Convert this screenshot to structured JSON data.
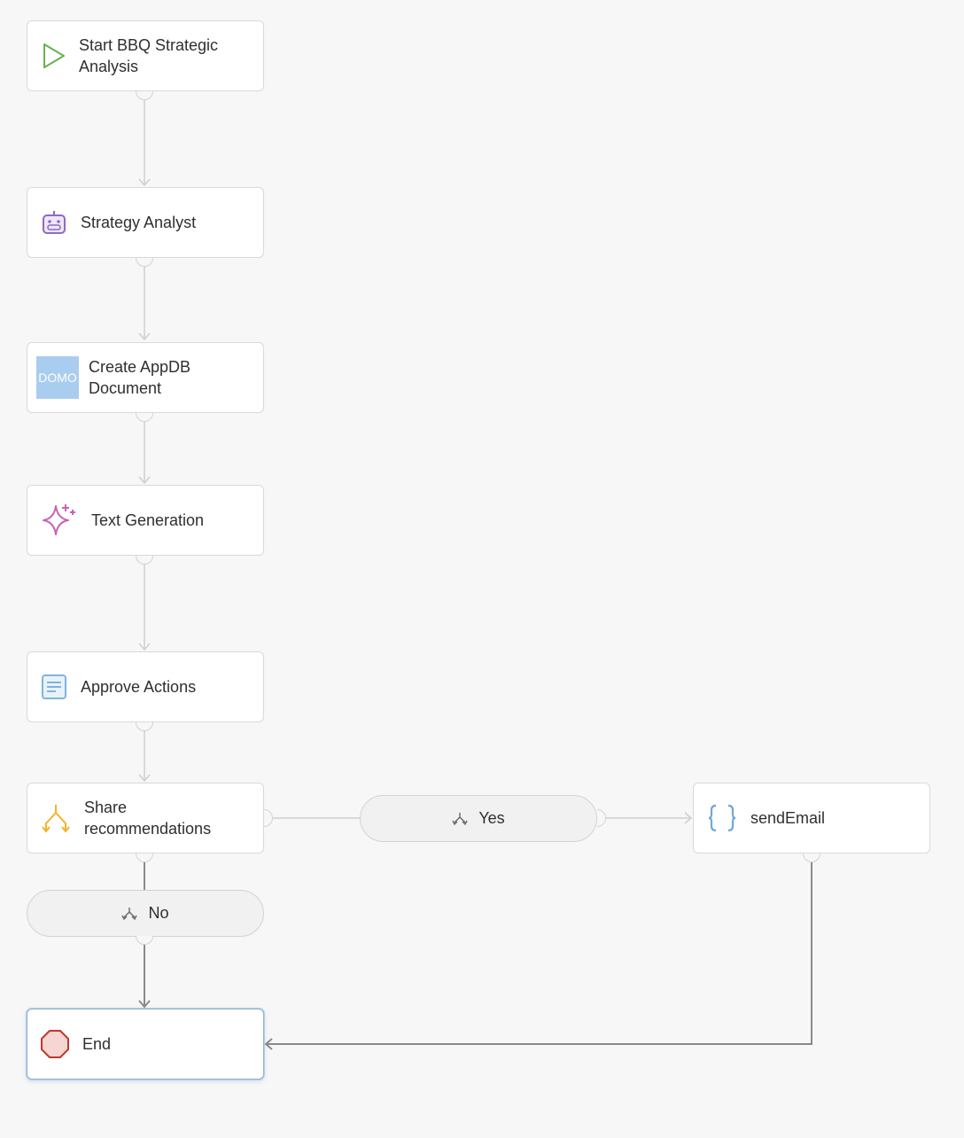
{
  "nodes": {
    "start": {
      "label": "Start BBQ Strategic Analysis",
      "icon": "play-icon"
    },
    "strategy": {
      "label": "Strategy Analyst",
      "icon": "robot-icon"
    },
    "appdb": {
      "label": "Create AppDB Document",
      "icon": "domo-logo",
      "logo_text": "DOMO"
    },
    "textgen": {
      "label": "Text Generation",
      "icon": "sparkle-icon"
    },
    "approve": {
      "label": "Approve Actions",
      "icon": "form-icon"
    },
    "share": {
      "label": "Share recommendations",
      "icon": "branch-split-icon"
    },
    "sendemail": {
      "label": "sendEmail",
      "icon": "code-braces-icon"
    },
    "end": {
      "label": "End",
      "icon": "stop-octagon-icon"
    }
  },
  "branches": {
    "yes": {
      "label": "Yes",
      "icon": "branch-icon"
    },
    "no": {
      "label": "No",
      "icon": "branch-icon"
    }
  },
  "colors": {
    "play": "#6ab04c",
    "robot": "#8e6bbf",
    "domo": "#a9cdee",
    "sparkle": "#c763b8",
    "form": "#7fb3e0",
    "branch": "#f0b429",
    "braces": "#6fa8dc",
    "stop_fill": "#f6d5d2",
    "stop_stroke": "#c0392b",
    "connector": "#cfcfcf",
    "connector_active": "#8a8a8a"
  }
}
